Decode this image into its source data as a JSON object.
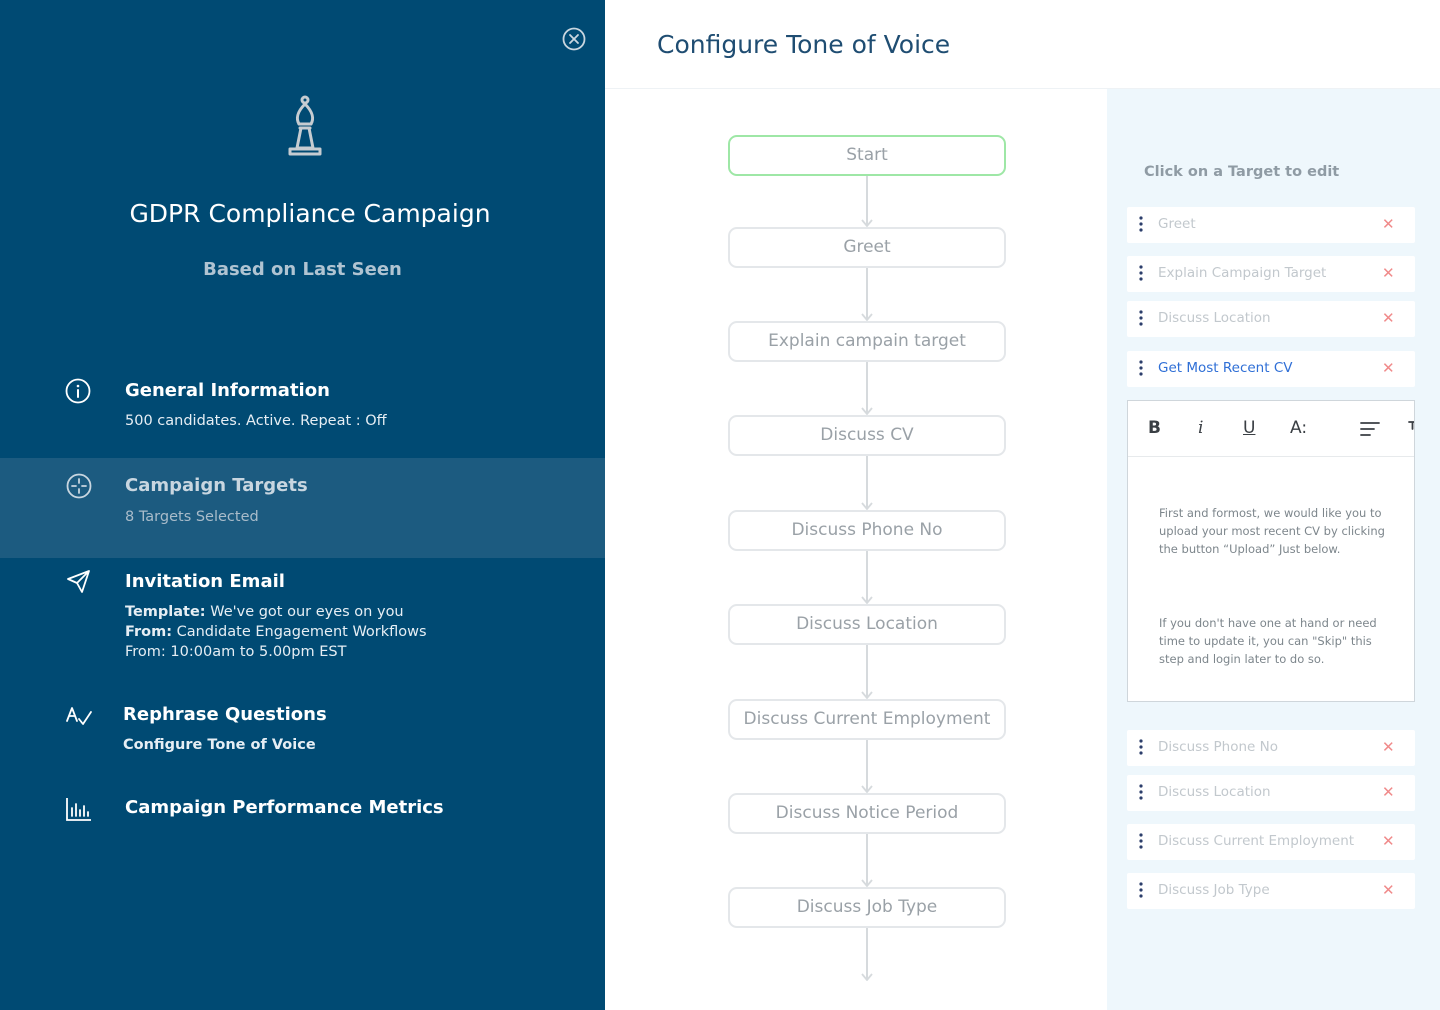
{
  "sidebar": {
    "campaign_title": "GDPR Compliance Campaign",
    "campaign_subtitle": "Based on Last Seen",
    "sections": [
      {
        "icon": "info-icon",
        "title": "General Information",
        "lines": [
          "500 candidates. Active. Repeat : Off"
        ]
      },
      {
        "icon": "target-icon",
        "title": "Campaign Targets",
        "lines": [
          "8 Targets Selected"
        ]
      },
      {
        "icon": "paper-plane-icon",
        "title": "Invitation Email",
        "lines": [
          {
            "label": "Template:",
            "value": " We've got our eyes on you"
          },
          {
            "label": "From:",
            "value": " Candidate Engagement Workflows"
          },
          {
            "label": "",
            "value": "From: 10:00am to 5.00pm EST"
          }
        ]
      },
      {
        "icon": "tone-wave-icon",
        "title": "Rephrase Questions",
        "lines": [
          "Configure Tone of Voice"
        ]
      },
      {
        "icon": "bar-chart-icon",
        "title": "Campaign Performance Metrics",
        "lines": []
      }
    ]
  },
  "header": {
    "title": "Configure Tone of Voice"
  },
  "flow": {
    "nodes": [
      "Start",
      "Greet",
      "Explain campain target",
      "Discuss CV",
      "Discuss Phone No",
      "Discuss Location",
      "Discuss Current Employment",
      "Discuss Notice Period",
      "Discuss Job Type"
    ]
  },
  "targets_panel": {
    "hint": "Click on a  Target to edit",
    "targets_top": [
      "Greet",
      "Explain Campaign Target",
      "Discuss Location",
      "Get Most Recent CV"
    ],
    "targets_bottom": [
      "Discuss Phone No",
      "Discuss Location",
      "Discuss Current Employment",
      "Discuss Job Type"
    ],
    "remove_glyph": "✕",
    "editor": {
      "toolbar": {
        "bold": "B",
        "italic": "i",
        "underline": "U",
        "font_size": "A:"
      },
      "paragraphs": [
        "First and formost, we would like you to upload your most recent CV by clicking the button “Upload” Just below.",
        "If you don't have one at hand or need time to update it, you can \"Skip\" this step and login later to do so."
      ]
    }
  },
  "colors": {
    "sidebar_bg": "#004a73",
    "active_section_bg": "#1c5b80",
    "start_border": "#9ee7a6",
    "active_target": "#2f6fd6",
    "remove_icon": "#f08a8a"
  }
}
